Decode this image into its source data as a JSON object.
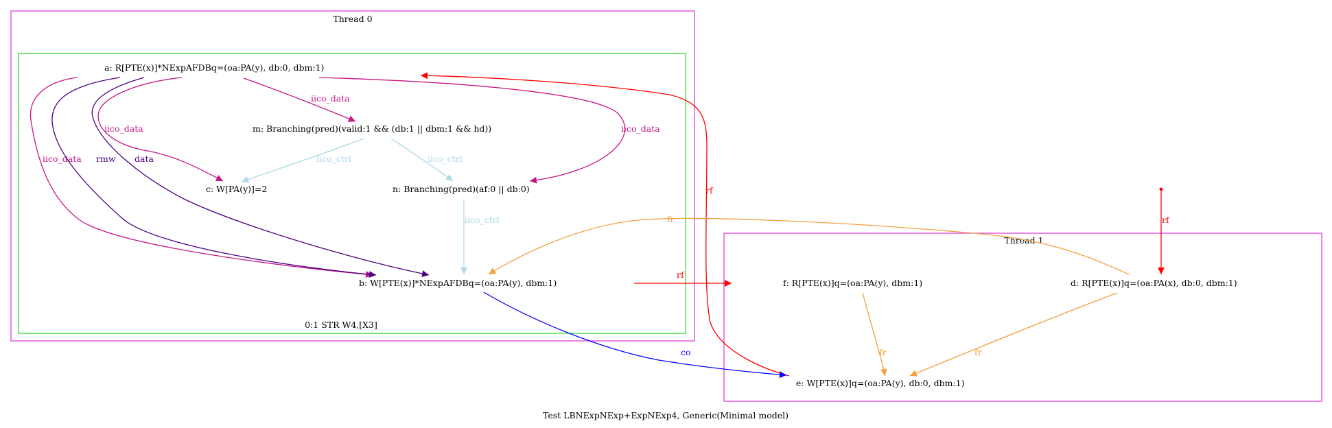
{
  "title": "Test LBNExpNExp+ExpNExp4, Generic(Minimal model)",
  "colors": {
    "thread_box": "#e040e0",
    "instr_box": "#33dd33",
    "iico_data": "#c71585",
    "rmw": "#4b0082",
    "data": "#4b0082",
    "iico_ctrl": "#add8e6",
    "rf": "#ff0000",
    "fr": "#f4a040",
    "co": "#0000ff"
  },
  "clusters": {
    "thread0": {
      "label": "Thread 0"
    },
    "instr0": {
      "label": "0:1 STR W4,[X3]"
    },
    "thread1": {
      "label": "Thread 1"
    }
  },
  "nodes": {
    "a": {
      "label": "a: R[PTE(x)]*NExpAFDBq=(oa:PA(y), db:0, dbm:1)"
    },
    "m": {
      "label": "m: Branching(pred)(valid:1 && (db:1 || dbm:1 && hd))"
    },
    "c": {
      "label": "c: W[PA(y)]=2"
    },
    "n": {
      "label": "n: Branching(pred)(af:0 || db:0)"
    },
    "b": {
      "label": "b: W[PTE(x)]*NExpAFDBq=(oa:PA(y), dbm:1)"
    },
    "f": {
      "label": "f: R[PTE(x)]q=(oa:PA(y), dbm:1)"
    },
    "d": {
      "label": "d: R[PTE(x)]q=(oa:PA(x), db:0, dbm:1)"
    },
    "e": {
      "label": "e: W[PTE(x)]q=(oa:PA(y), db:0, dbm:1)"
    }
  },
  "edges": [
    {
      "id": "a-m",
      "label": "iico_data",
      "kind": "iico_data"
    },
    {
      "id": "a-c",
      "label": "iico_data",
      "kind": "iico_data"
    },
    {
      "id": "a-n",
      "label": "iico_data",
      "kind": "iico_data"
    },
    {
      "id": "a-b-iico",
      "label": "iico_data",
      "kind": "iico_data"
    },
    {
      "id": "a-b-rmw",
      "label": "rmw",
      "kind": "rmw"
    },
    {
      "id": "a-b-data",
      "label": "data",
      "kind": "data"
    },
    {
      "id": "m-c",
      "label": "iico_ctrl",
      "kind": "iico_ctrl"
    },
    {
      "id": "m-n",
      "label": "iico_ctrl",
      "kind": "iico_ctrl"
    },
    {
      "id": "n-b",
      "label": "iico_ctrl",
      "kind": "iico_ctrl"
    },
    {
      "id": "b-f",
      "label": "rf",
      "kind": "rf"
    },
    {
      "id": "e-a",
      "label": "rf",
      "kind": "rf"
    },
    {
      "id": "init-d",
      "label": "rf",
      "kind": "rf"
    },
    {
      "id": "d-b",
      "label": "fr",
      "kind": "fr"
    },
    {
      "id": "f-e",
      "label": "fr",
      "kind": "fr"
    },
    {
      "id": "d-e",
      "label": "fr",
      "kind": "fr"
    },
    {
      "id": "b-e",
      "label": "co",
      "kind": "co"
    }
  ]
}
